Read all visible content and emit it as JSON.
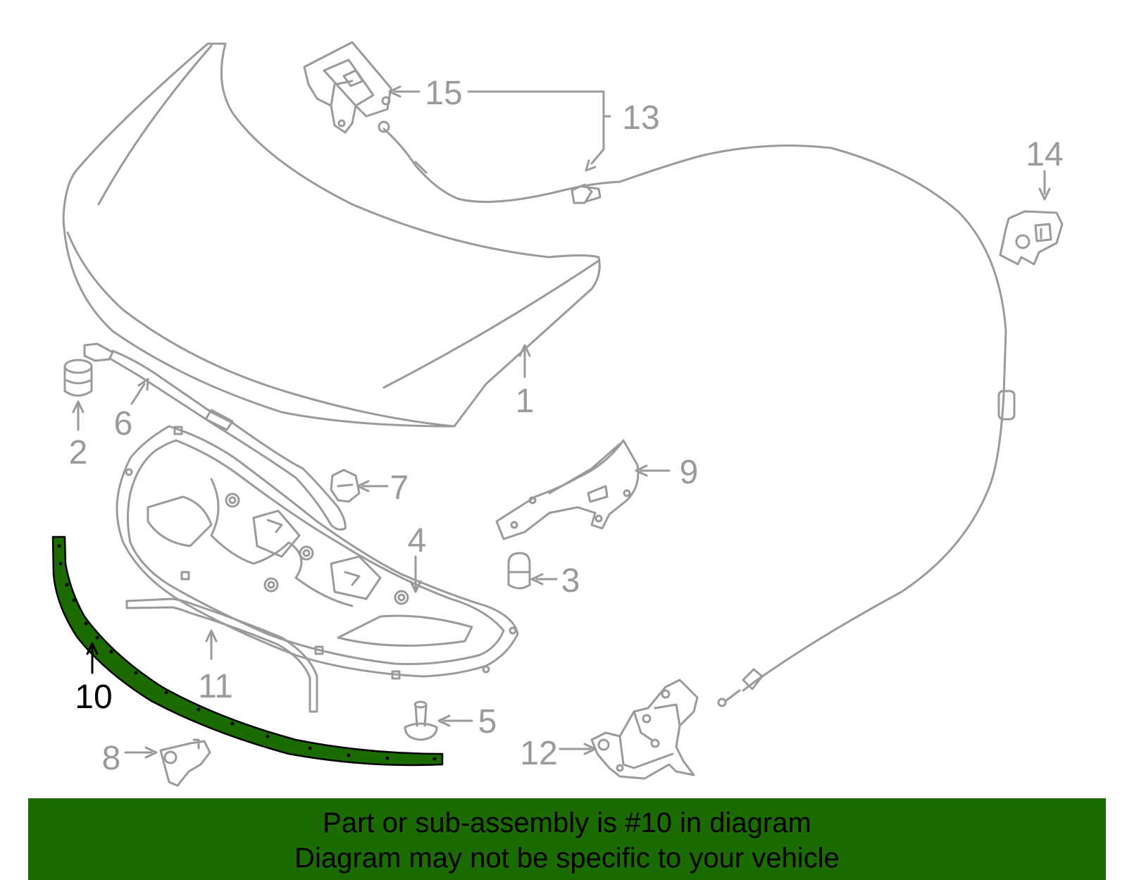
{
  "colors": {
    "line": "#9a9a9a",
    "highlight_fill": "#1b6b00",
    "highlight_label": "#000000",
    "banner_bg": "#1b6b00"
  },
  "callouts": {
    "c1": "1",
    "c2": "2",
    "c3": "3",
    "c4": "4",
    "c5": "5",
    "c6": "6",
    "c7": "7",
    "c8": "8",
    "c9": "9",
    "c10": "10",
    "c11": "11",
    "c12": "12",
    "c13": "13",
    "c14": "14",
    "c15": "15"
  },
  "banner": {
    "line1": "Part or sub-assembly is #10 in diagram",
    "line2": "Diagram may not be specific to your vehicle"
  }
}
